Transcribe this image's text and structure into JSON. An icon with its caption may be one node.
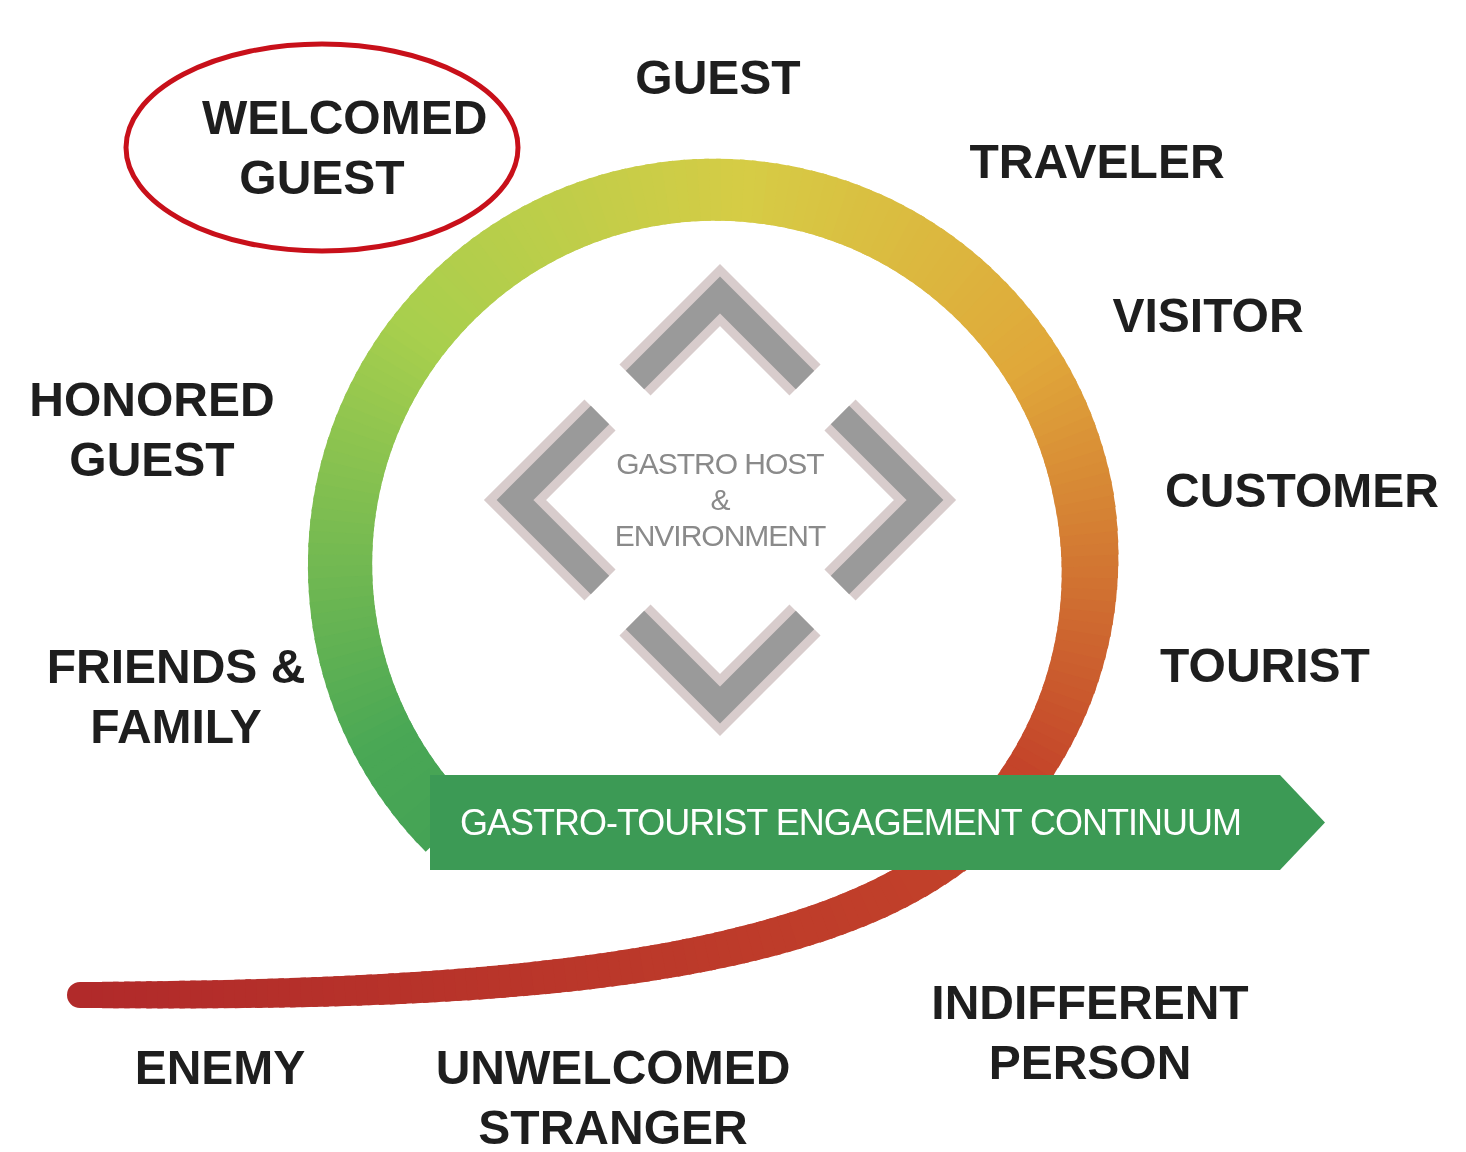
{
  "diagram": {
    "nodes": [
      {
        "text": [
          "WELCOMED GUEST"
        ]
      },
      {
        "text": [
          "GASTRO HOST & ENVIRONMENT"
        ]
      },
      {
        "text": [
          "GASTRO-TOURIST ENGAGEMENT CONTINUUM"
        ]
      }
    ],
    "labels": [
      "GUEST",
      "TRAVELER",
      "VISITOR",
      "HONORED GUEST",
      "CUSTOMER",
      "TOURIST",
      "FRIENDS & FAMILY",
      "INDIFFERENT PERSON",
      "ENEMY",
      "UNWELCOMED STRANGER"
    ]
  }
}
